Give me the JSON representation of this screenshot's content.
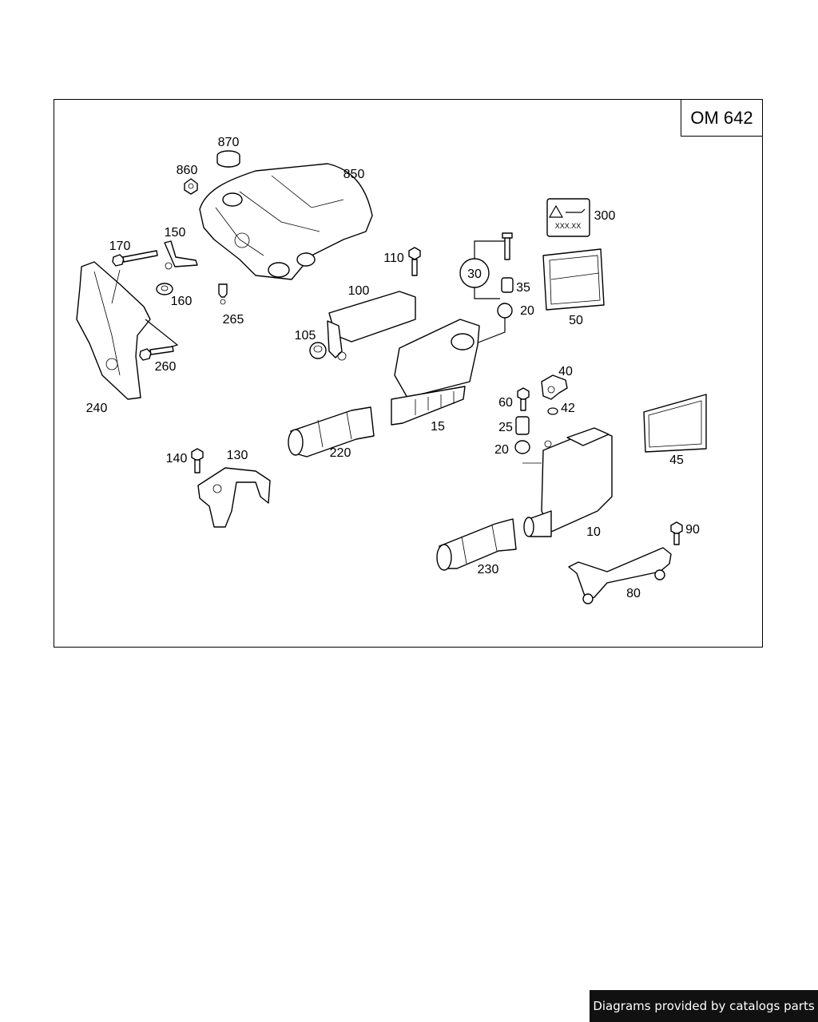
{
  "diagram": {
    "engine_code": "OM 642",
    "warning_label_text": "XXX.XX",
    "parts": [
      {
        "id": "p870",
        "label": "870"
      },
      {
        "id": "p860",
        "label": "860"
      },
      {
        "id": "p850",
        "label": "850"
      },
      {
        "id": "p300",
        "label": "300"
      },
      {
        "id": "p150",
        "label": "150"
      },
      {
        "id": "p170",
        "label": "170"
      },
      {
        "id": "p110",
        "label": "110"
      },
      {
        "id": "p30",
        "label": "30"
      },
      {
        "id": "p35",
        "label": "35"
      },
      {
        "id": "p160",
        "label": "160"
      },
      {
        "id": "p100",
        "label": "100"
      },
      {
        "id": "p20a",
        "label": "20"
      },
      {
        "id": "p50",
        "label": "50"
      },
      {
        "id": "p265",
        "label": "265"
      },
      {
        "id": "p105",
        "label": "105"
      },
      {
        "id": "p260",
        "label": "260"
      },
      {
        "id": "p40",
        "label": "40"
      },
      {
        "id": "p60",
        "label": "60"
      },
      {
        "id": "p42",
        "label": "42"
      },
      {
        "id": "p240",
        "label": "240"
      },
      {
        "id": "p15",
        "label": "15"
      },
      {
        "id": "p25",
        "label": "25"
      },
      {
        "id": "p220",
        "label": "220"
      },
      {
        "id": "p20b",
        "label": "20"
      },
      {
        "id": "p45",
        "label": "45"
      },
      {
        "id": "p140",
        "label": "140"
      },
      {
        "id": "p130",
        "label": "130"
      },
      {
        "id": "p10",
        "label": "10"
      },
      {
        "id": "p90",
        "label": "90"
      },
      {
        "id": "p230",
        "label": "230"
      },
      {
        "id": "p80",
        "label": "80"
      }
    ]
  },
  "footer": {
    "credit": "Diagrams provided by catalogs parts"
  }
}
